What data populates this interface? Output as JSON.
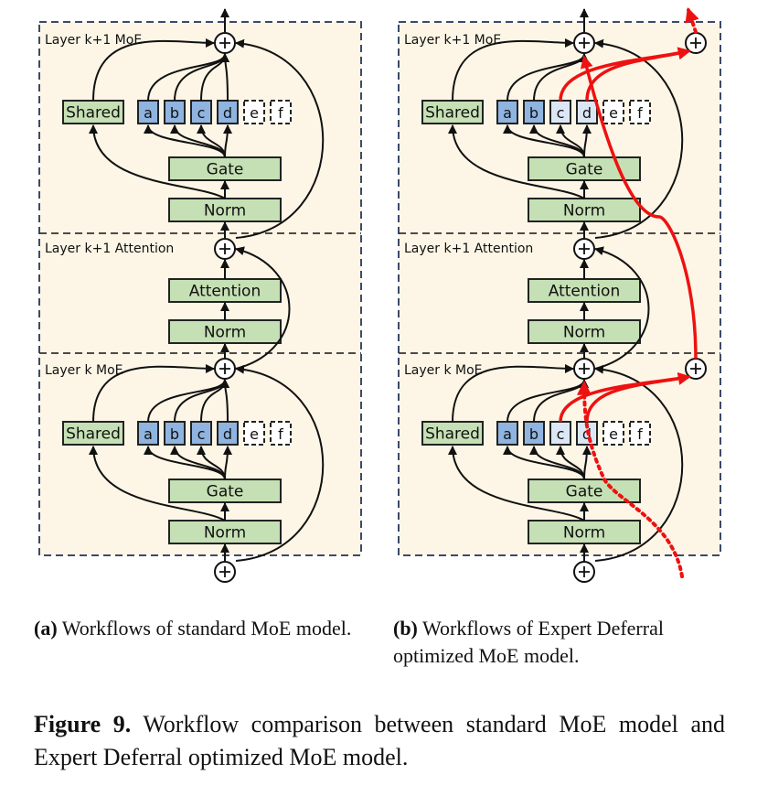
{
  "panels": [
    {
      "id": "a",
      "layers": [
        {
          "label": "Layer k+1 MoE",
          "type": "moe"
        },
        {
          "label": "Layer k+1 Attention",
          "type": "attention"
        },
        {
          "label": "Layer k MoE",
          "type": "moe"
        }
      ],
      "deferral": false
    },
    {
      "id": "b",
      "layers": [
        {
          "label": "Layer k+1 MoE",
          "type": "moe"
        },
        {
          "label": "Layer k+1 Attention",
          "type": "attention"
        },
        {
          "label": "Layer k MoE",
          "type": "moe"
        }
      ],
      "deferral": true
    }
  ],
  "blocks": {
    "shared": "Shared",
    "gate": "Gate",
    "norm": "Norm",
    "attention": "Attention",
    "plus": "+"
  },
  "experts": {
    "active": [
      "a",
      "b",
      "c",
      "d"
    ],
    "inactive": [
      "e",
      "f"
    ],
    "deferred_in_b": [
      "c",
      "d"
    ]
  },
  "colors": {
    "panel_bg": "#fdf6e6",
    "panel_border": "#3c4a6a",
    "block_fill": "#c5e0b4",
    "expert_fill": "#8fb4e0",
    "deferred_expert_fill": "#dbe7f5",
    "deferral_path": "#ee1111",
    "line": "#111111"
  },
  "captions": {
    "a_label": "(a)",
    "a_text": " Workflows of standard MoE model.",
    "b_label": "(b)",
    "b_text": " Workflows of Expert Deferral optimized MoE model.",
    "figure_label": "Figure 9.",
    "figure_text": " Workflow comparison between standard MoE model and Expert Deferral optimized MoE model."
  }
}
